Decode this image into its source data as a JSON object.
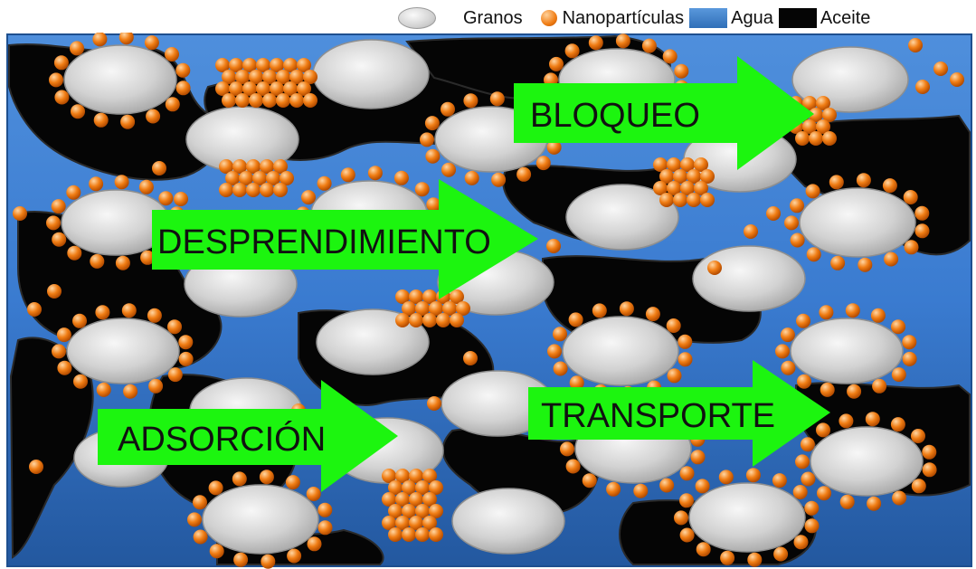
{
  "legend": {
    "grains": "Granos",
    "nanoparticles": "Nanopartículas",
    "water": "Agua",
    "oil": "Aceite"
  },
  "labels": {
    "bloqueo": "BLOQUEO",
    "desprendimiento": "DESPRENDIMIENTO",
    "adsorcion": "ADSORCIÓN",
    "transporte": "TRANSPORTE"
  },
  "colors": {
    "water": "#3a7bd0",
    "oil": "#050505",
    "grain": "#d4d4d4",
    "nanoparticle": "#f07d14",
    "arrow": "#1cf50f"
  }
}
